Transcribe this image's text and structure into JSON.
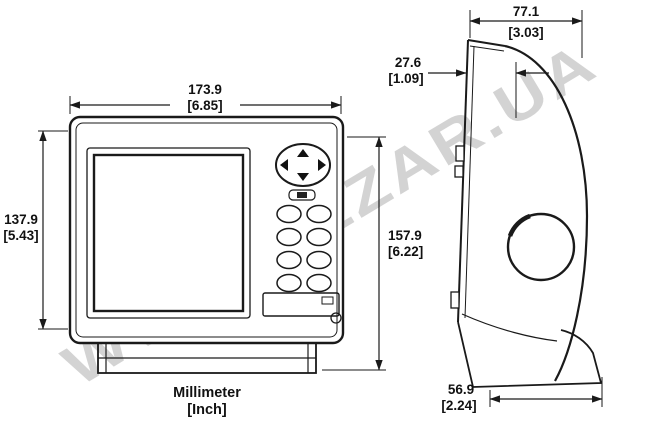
{
  "watermark": "WWW.KEZAR.UA",
  "units": {
    "line1": "Millimeter",
    "line2": "[Inch]"
  },
  "dimensions": {
    "front_width": {
      "mm": "173.9",
      "inch": "[6.85]"
    },
    "front_height": {
      "mm": "137.9",
      "inch": "[5.43]"
    },
    "total_height": {
      "mm": "157.9",
      "inch": "[6.22]"
    },
    "depth_total": {
      "mm": "77.1",
      "inch": "[3.03]"
    },
    "depth_front": {
      "mm": "27.6",
      "inch": "[1.09]"
    },
    "base_depth": {
      "mm": "56.9",
      "inch": "[2.24]"
    }
  },
  "colors": {
    "line": "#1a1a1a",
    "watermark": "#c9c9c9",
    "background": "#ffffff"
  }
}
